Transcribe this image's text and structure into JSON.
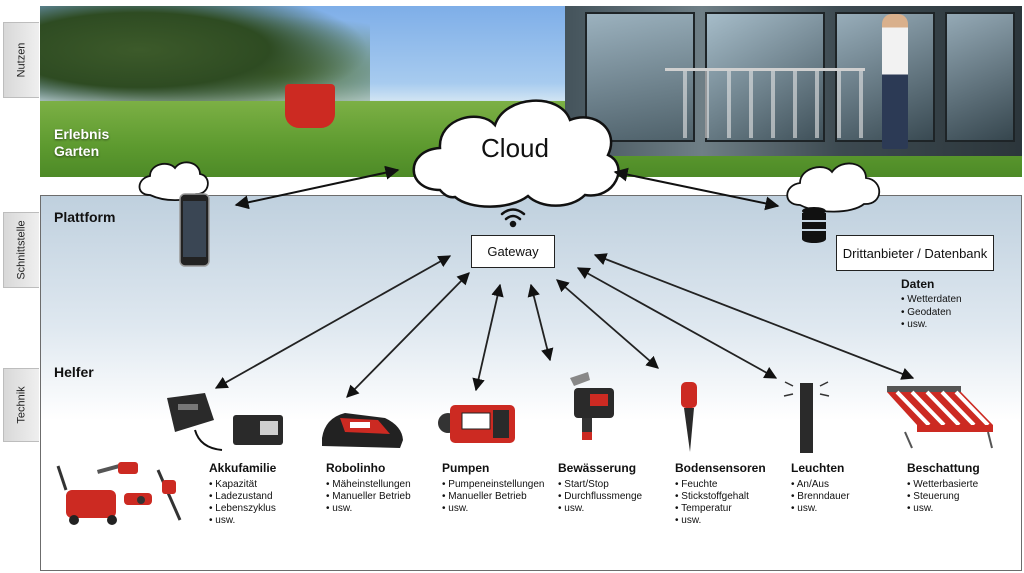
{
  "side_tabs": {
    "nutzen": "Nutzen",
    "schnittstelle": "Schnittstelle",
    "technik": "Technik"
  },
  "photo": {
    "caption_line1": "Erlebnis",
    "caption_line2": "Garten"
  },
  "cloud": {
    "label": "Cloud"
  },
  "platform": {
    "title": "Plattform"
  },
  "gateway": {
    "label": "Gateway"
  },
  "third_party": {
    "label": "Drittanbieter / Datenbank",
    "data_title": "Daten",
    "data_items": [
      "Wetterdaten",
      "Geodaten",
      "usw."
    ]
  },
  "helpers_title": "Helfer",
  "helpers": [
    {
      "title": "Akkufamilie",
      "items": [
        "Kapazität",
        "Ladezustand",
        "Lebenszyklus",
        "usw."
      ]
    },
    {
      "title": "Robolinho",
      "items": [
        "Mäheinstellungen",
        "Manueller Betrieb",
        "usw."
      ]
    },
    {
      "title": "Pumpen",
      "items": [
        "Pumpeneinstellungen",
        "Manueller Betrieb",
        "usw."
      ]
    },
    {
      "title": "Bewässerung",
      "items": [
        "Start/Stop",
        "Durchflussmenge",
        "usw."
      ]
    },
    {
      "title": "Bodensensoren",
      "items": [
        "Feuchte",
        "Stickstoffgehalt",
        "Temperatur",
        "usw."
      ]
    },
    {
      "title": "Leuchten",
      "items": [
        "An/Aus",
        "Brenndauer",
        "usw."
      ]
    },
    {
      "title": "Beschattung",
      "items": [
        "Wetterbasierte",
        "Steuerung",
        "usw."
      ]
    }
  ],
  "colors": {
    "accent_red": "#cc2a22",
    "frame_gray": "#6c6c6c",
    "sky_tint": "#bfd0de"
  }
}
